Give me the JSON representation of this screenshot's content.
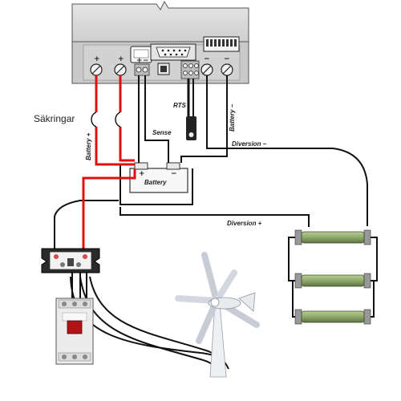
{
  "labels": {
    "fuses": "Säkringar",
    "battery": "Battery",
    "battery_plus_wire": "Battery +",
    "battery_minus_wire": "Battery −",
    "sense": "Sense",
    "rts": "RTS",
    "diversion_minus": "Diversion −",
    "diversion_plus": "Diversion +",
    "plus": "+",
    "minus": "−"
  },
  "colors": {
    "controller_body": "#d9d9d9",
    "terminal_strip": "#c9c9c9",
    "red_wire": "#e01010",
    "black_wire": "#111111",
    "resistor": "#8fa86a",
    "breaker": "#ececec"
  },
  "icons": [
    "screw-terminal-icon",
    "fuse-icon",
    "wind-turbine-icon",
    "resistor-icon",
    "circuit-breaker-icon",
    "serial-port-icon",
    "dip-switch-icon",
    "rts-sensor-icon"
  ]
}
